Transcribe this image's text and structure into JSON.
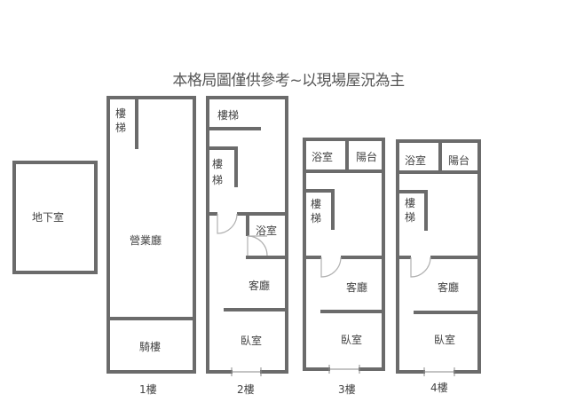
{
  "title": "本格局圖僅供參考~以現場屋況為主",
  "colors": {
    "wall": "#6b6b6b",
    "door": "#b0b0b0",
    "text": "#444444"
  },
  "basement": {
    "label": "地下室"
  },
  "floor1": {
    "stairs": "樓梯",
    "hall": "營業廳",
    "arcade": "騎樓",
    "name": "1樓"
  },
  "floor2": {
    "stairs_top": "樓梯",
    "stairs_inner": "樓梯",
    "bath": "浴室",
    "living": "客廳",
    "bedroom": "臥室",
    "name": "2樓"
  },
  "floor3": {
    "bath": "浴室",
    "balcony": "陽台",
    "stairs": "樓梯",
    "living": "客廳",
    "bedroom": "臥室",
    "name": "3樓"
  },
  "floor4": {
    "bath": "浴室",
    "balcony": "陽台",
    "stairs": "樓梯",
    "living": "客廳",
    "bedroom": "臥室",
    "name": "4樓"
  }
}
